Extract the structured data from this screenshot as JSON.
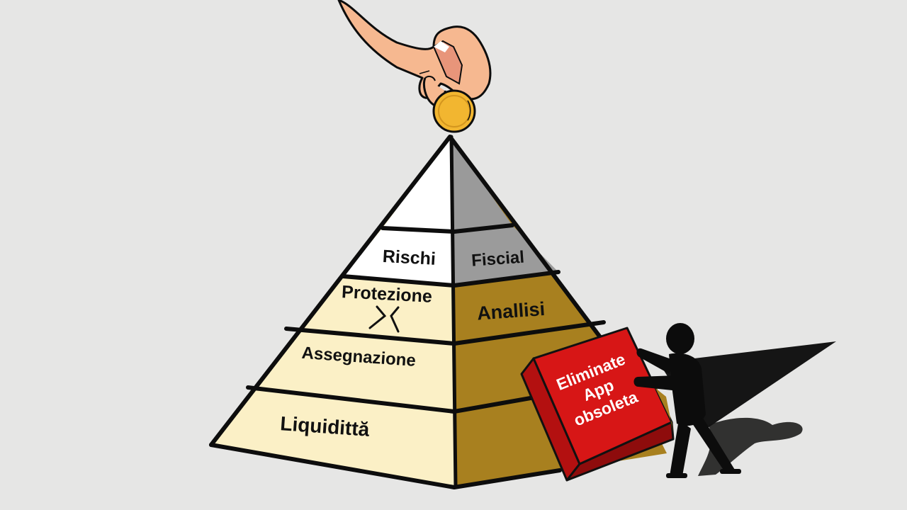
{
  "illustration": {
    "subject": "Financial pyramid with hand placing a coin on top and a silhouette pushing a red block",
    "background_color": "#e6e6e5"
  },
  "pyramid": {
    "left_face_color": "#fbf0c6",
    "right_face_color": "#a8801f",
    "top_left_color": "#ffffff",
    "top_right_color": "#9a9a9a",
    "layers_left": [
      {
        "label": "Rischi"
      },
      {
        "label": "Protezione"
      },
      {
        "label": "Assegnazione"
      },
      {
        "label": "Liquidittă"
      }
    ],
    "layers_right": [
      {
        "label": "Fiscial"
      },
      {
        "label": "Anallisi"
      }
    ]
  },
  "coin": {
    "color": "#f2b630"
  },
  "hand": {
    "skin_color": "#f6b890"
  },
  "red_block": {
    "color": "#d71616",
    "lines": [
      "Eliminate",
      "App",
      "obsoleta"
    ]
  },
  "figure": {
    "color": "#0c0c0c"
  }
}
